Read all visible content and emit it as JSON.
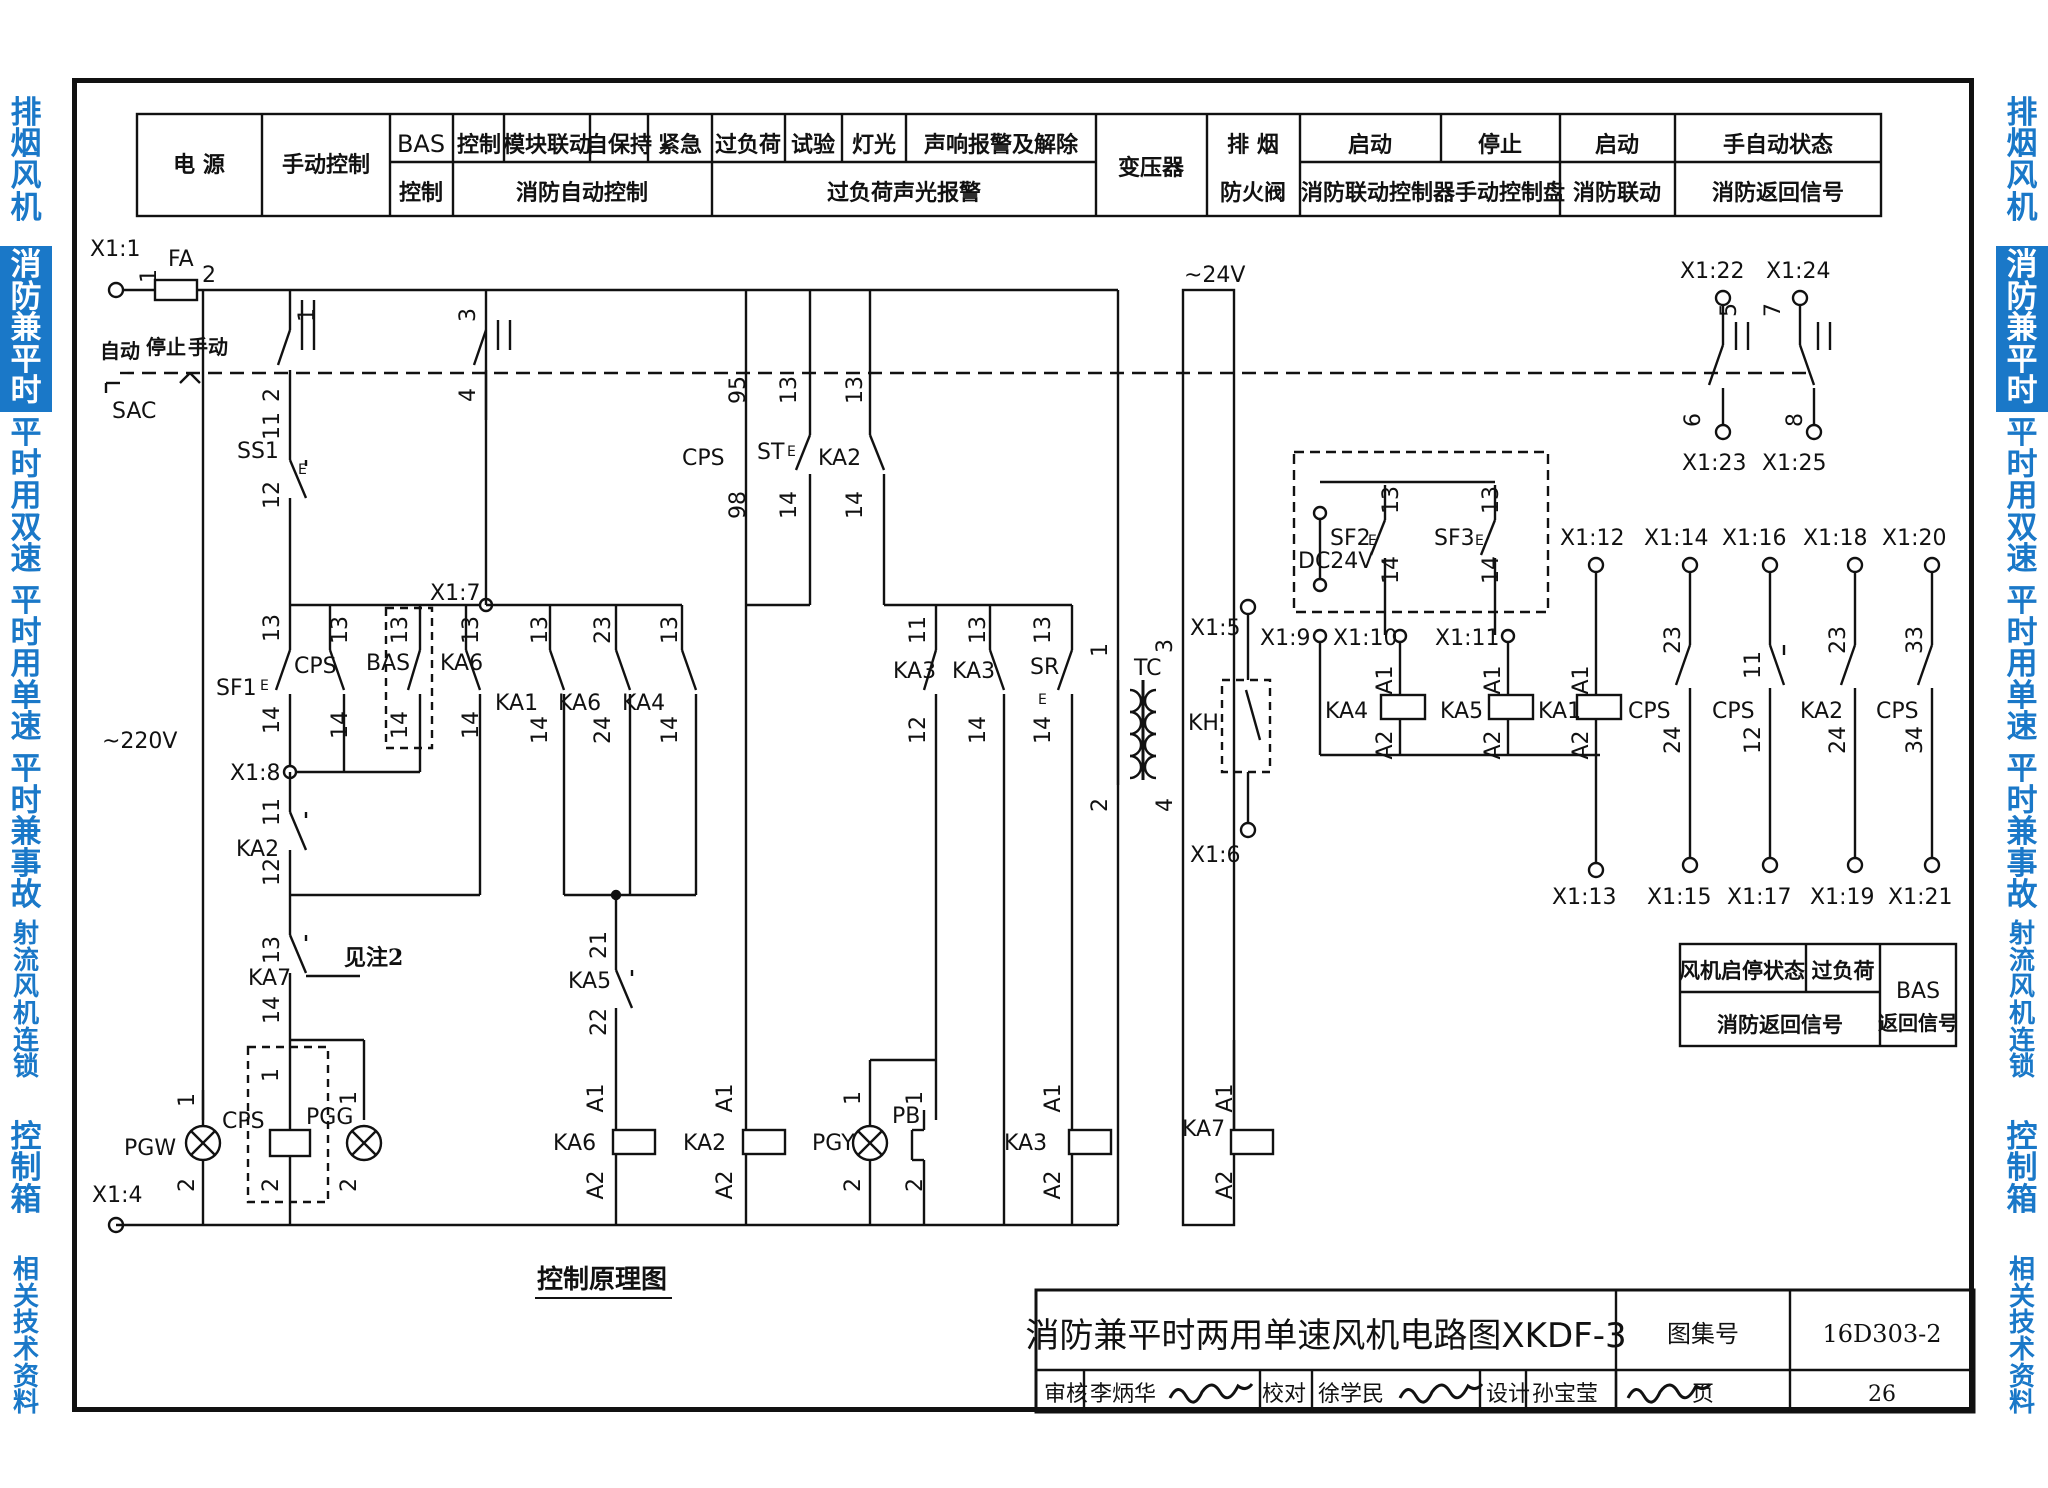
{
  "left_tabs": [
    {
      "label": "排烟风机",
      "active": false
    },
    {
      "label": "消防兼平时",
      "active": true
    },
    {
      "label": "平时用双速",
      "active": false
    },
    {
      "label": "平时用单速",
      "active": false
    },
    {
      "label": "平时兼事故",
      "active": false
    },
    {
      "label": "射流风机连锁",
      "active": false
    },
    {
      "label": "控制箱",
      "active": false
    },
    {
      "label": "相关技术资料",
      "active": false
    }
  ],
  "accent_color": "#1a78c8",
  "header": {
    "power": "电 源",
    "manual": "手动控制",
    "bas_top": "BAS",
    "bas_bottom": "控制",
    "ctrl": "控制",
    "module": "模块联动",
    "selfhold": "自保持",
    "emergency": "紧急",
    "fire_auto": "消防自动控制",
    "overload": "过负荷",
    "test": "试验",
    "light": "灯光",
    "alarm_release": "声响报警及解除",
    "overload_alarm": "过负荷声光报警",
    "transformer": "变压器",
    "smoke_top": "排 烟",
    "smoke_bottom": "防火阀",
    "start": "启动",
    "stop": "停止",
    "panel": "消防联动控制器手动控制盘",
    "start2": "启动",
    "linkage": "消防联动",
    "auto_state": "手自动状态",
    "fire_return": "消防返回信号"
  },
  "labels": {
    "x1_1": "X1:1",
    "fa": "FA",
    "fa_1": "1",
    "fa_2": "2",
    "x1_4": "X1:4",
    "v220": "~220V",
    "v24": "~24V",
    "auto": "自动",
    "stop": "停止",
    "manual": "手动",
    "sac": "SAC",
    "ss1": "SS1",
    "sf1": "SF1",
    "cps": "CPS",
    "bas": "BAS",
    "ka6": "KA6",
    "x1_7": "X1:7",
    "x1_8": "X1:8",
    "ka2": "KA2",
    "ka7": "KA7",
    "note2": "见注2",
    "pgw": "PGW",
    "pgg": "PGG",
    "ka1": "KA1",
    "ka4": "KA4",
    "ka5": "KA5",
    "st": "ST",
    "ka3": "KA3",
    "sr": "SR",
    "pgy": "PGY",
    "pb": "PB",
    "tc": "TC",
    "kh": "KH",
    "x1_5": "X1:5",
    "x1_6": "X1:6",
    "sf2": "SF2",
    "sf3": "SF3",
    "dc24v": "DC24V",
    "x1_9": "X1:9",
    "x1_10": "X1:10",
    "x1_11": "X1:11",
    "x1_12": "X1:12",
    "x1_13": "X1:13",
    "x1_14": "X1:14",
    "x1_15": "X1:15",
    "x1_16": "X1:16",
    "x1_17": "X1:17",
    "x1_18": "X1:18",
    "x1_19": "X1:19",
    "x1_20": "X1:20",
    "x1_21": "X1:21",
    "x1_22": "X1:22",
    "x1_23": "X1:23",
    "x1_24": "X1:24",
    "x1_25": "X1:25",
    "t_1": "1",
    "t_2": "2",
    "t_3": "3",
    "t_4": "4",
    "t_5": "5",
    "t_6": "6",
    "t_7": "7",
    "t_8": "8",
    "t_11": "11",
    "t_12": "12",
    "t_13": "13",
    "t_14": "14",
    "t_21": "21",
    "t_22": "22",
    "t_23": "23",
    "t_24": "24",
    "t_33": "33",
    "t_34": "34",
    "t_95": "95",
    "t_98": "98",
    "a1": "A1",
    "a2": "A2",
    "e": "E"
  },
  "legend": {
    "fan_state": "风机启停状态",
    "overload": "过负荷",
    "fire_return": "消防返回信号",
    "bas_return_1": "BAS",
    "bas_return_2": "返回信号"
  },
  "caption": "控制原理图",
  "title_block": {
    "title": "消防兼平时两用单速风机电路图XKDF-3",
    "atlas_label": "图集号",
    "atlas_no": "16D303-2",
    "review": "审核",
    "reviewer": "李炳华",
    "check": "校对",
    "checker": "徐学民",
    "design": "设计",
    "designer": "孙宝莹",
    "page_label": "页",
    "page_no": "26"
  }
}
